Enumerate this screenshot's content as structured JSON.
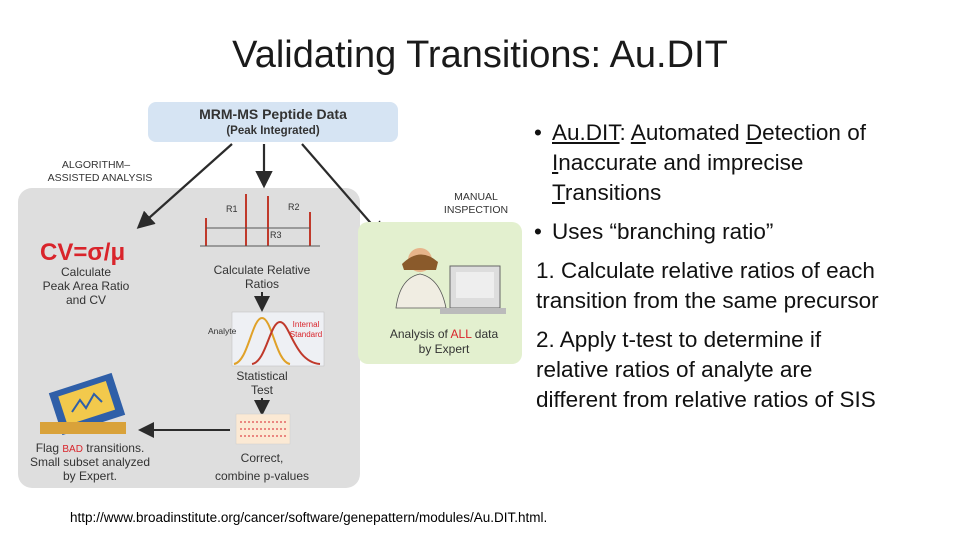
{
  "slide": {
    "title": "Validating Transitions: Au.DIT",
    "footer_url": "http://www.broadinstitute.org/cancer/software/genepattern/modules/Au.DIT.html."
  },
  "diagram": {
    "top_box_line1": "MRM-MS Peptide Data",
    "top_box_line2": "(Peak Integrated)",
    "algo_label_line1": "ALGORITHM–",
    "algo_label_line2": "ASSISTED ANALYSIS",
    "manual_label_line1": "MANUAL",
    "manual_label_line2": "INSPECTION",
    "cv_formula": "CV=σ/μ",
    "calc_cv_line1": "Calculate",
    "calc_cv_line2": "Peak Area Ratio",
    "calc_cv_line3": "and CV",
    "r1": "R1",
    "r2": "R2",
    "r3": "R3",
    "calc_rel_line1": "Calculate Relative",
    "calc_rel_line2": "Ratios",
    "analyte": "Analyte",
    "internal_std_line1": "Internal",
    "internal_std_line2": "Standard",
    "stat_test_line1": "Statistical",
    "stat_test_line2": "Test",
    "analysis_all_prefix": "Analysis of ",
    "analysis_all_highlight": "ALL",
    "analysis_all_suffix": " data",
    "analysis_all_line2": "by Expert",
    "flag_line1_prefix": "Flag ",
    "flag_line1_highlight": "BAD",
    "flag_line1_suffix": " transitions.",
    "flag_line2": "Small subset analyzed",
    "flag_line3": "by Expert.",
    "correct_line1": "Correct,",
    "correct_line2": "combine p-values",
    "colors": {
      "blue_box": "#d6e4f3",
      "grey_panel": "#dedede",
      "green_box": "#e3f0cf",
      "accent_red": "#d9242b"
    }
  },
  "bullets": {
    "b1_prefix_u1": "Au.DIT",
    "b1_colon": ": ",
    "b1_u_A": "A",
    "b1_utomated": "utomated ",
    "b1_u_D": "D",
    "b1_etection": "etection of",
    "b1_u_I": "I",
    "b1_naccurate": "naccurate and imprecise",
    "b1_u_T": "T",
    "b1_ransitions": "ransitions",
    "b2": "Uses “branching ratio”",
    "n1_line1": "1. Calculate relative ratios of each",
    "n1_line2": "transition from the same precursor",
    "n2_line1": "2.  Apply t-test to determine if",
    "n2_line2": "relative ratios of analyte are",
    "n2_line3": "different from relative ratios of SIS"
  }
}
